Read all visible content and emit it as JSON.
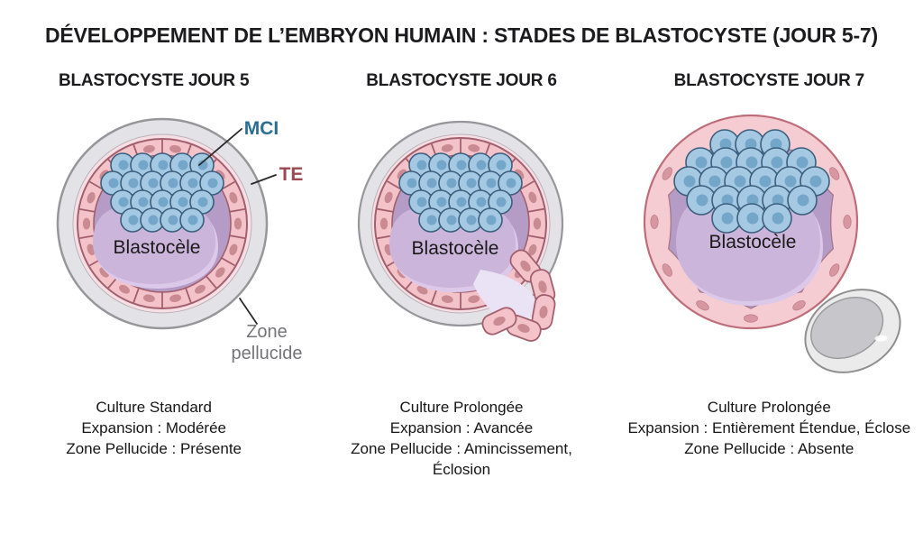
{
  "title": "DÉVELOPPEMENT DE L’EMBRYON HUMAIN : STADES DE BLASTOCYSTE (JOUR 5-7)",
  "annotations": {
    "mci": "MCI",
    "te": "TE",
    "zona_line1": "Zone",
    "zona_line2": "pellucide"
  },
  "panels": [
    {
      "heading": "BLASTOCYSTE JOUR 5",
      "cavity_label": "Blastocèle",
      "caption": "Culture Standard\nExpansion : Modérée\nZone Pellucide : Présente"
    },
    {
      "heading": "BLASTOCYSTE JOUR 6",
      "cavity_label": "Blastocèle",
      "caption": "Culture Prolongée\nExpansion : Avancée\nZone Pellucide : Amincissement,\nÉclosion"
    },
    {
      "heading": "BLASTOCYSTE JOUR 7",
      "cavity_label": "Blastocèle",
      "caption": "Culture Prolongée\nExpansion : Entièrement Étendue, Éclose\nZone Pellucide : Absente"
    }
  ],
  "colors": {
    "title_text": "#1c1c1e",
    "mci_label": "#2b6e94",
    "te_label": "#9a4a52",
    "zona_label": "#757479",
    "zona_fill": "#e3e2e6",
    "zona_stroke": "#97969b",
    "zona_gap_fill": "#f6dee4",
    "te_cell_fill": "#f3c3c9",
    "te_cell_stroke": "#a2606e",
    "te_nucleus": "#ca8a92",
    "interior_fill": "#b49cc6",
    "blastocoel_fill": "#ccb5db",
    "blastocoel_light": "#dcc9e9",
    "mci_cell_fill": "#a5c9e3",
    "mci_cell_stroke": "#3c5f7e",
    "mci_nucleus": "#74a6ca",
    "day7_ring_fill": "#f5ccd2",
    "day7_ring_stroke": "#bd6e7a",
    "day7_nucleus": "#d697a0",
    "shell_fill": "#ebebeb",
    "shell_stroke": "#8f8f8f",
    "shell_inner_fill": "#c7c6ca",
    "pointer_line": "#2a2a2a"
  }
}
